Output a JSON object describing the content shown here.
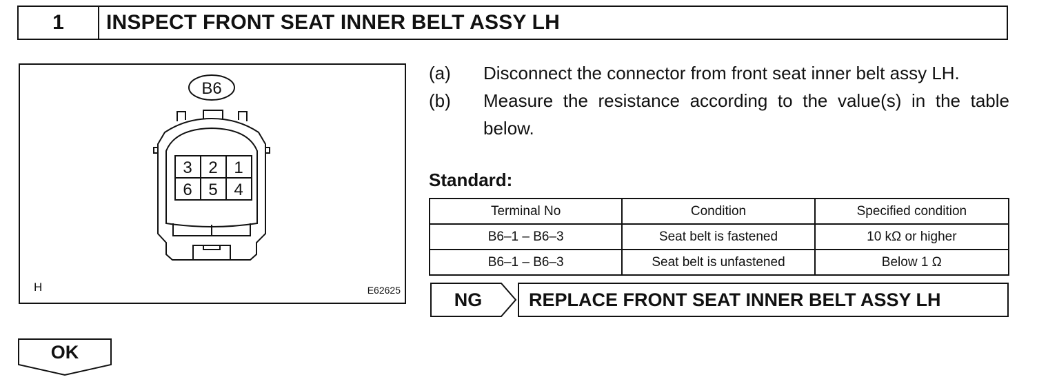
{
  "header": {
    "step_number": "1",
    "title": "INSPECT FRONT SEAT INNER BELT ASSY LH"
  },
  "figure": {
    "connector_label": "B6",
    "pins_top": [
      "3",
      "2",
      "1"
    ],
    "pins_bottom": [
      "6",
      "5",
      "4"
    ],
    "corner_left": "H",
    "corner_right": "E62625"
  },
  "instructions": [
    {
      "label": "(a)",
      "text": "Disconnect the connector from front seat inner belt assy LH."
    },
    {
      "label": "(b)",
      "text": "Measure the resistance according to the value(s) in the table below."
    }
  ],
  "standard_label": "Standard:",
  "table": {
    "headers": [
      "Terminal No",
      "Condition",
      "Specified condition"
    ],
    "rows": [
      [
        "B6–1 – B6–3",
        "Seat belt is fastened",
        "10 kΩ or higher"
      ],
      [
        "B6–1 – B6–3",
        "Seat belt is unfastened",
        "Below 1 Ω"
      ]
    ]
  },
  "result": {
    "ng_label": "NG",
    "ng_action": "REPLACE FRONT SEAT INNER BELT ASSY LH",
    "ok_label": "OK"
  }
}
